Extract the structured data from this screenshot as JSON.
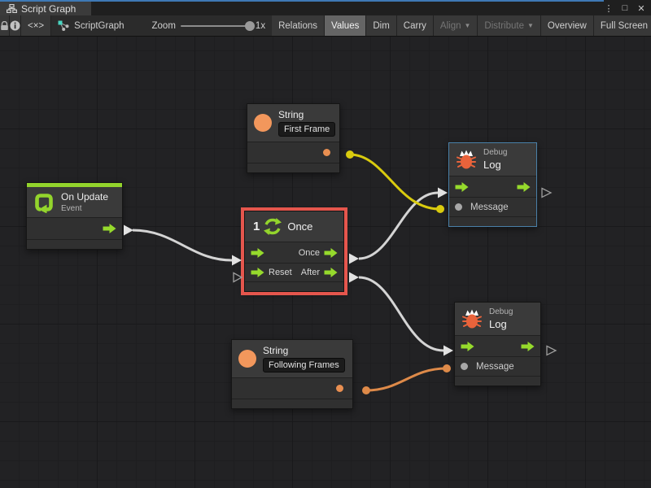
{
  "window": {
    "tab_title": "Script Graph",
    "menu_icon": "⋮",
    "maximize_icon": "□",
    "close_icon": "✕"
  },
  "toolbar": {
    "code_icon": "<×>",
    "graph_name": "ScriptGraph",
    "zoom_label": "Zoom",
    "zoom_value": "1x",
    "relations": "Relations",
    "values": "Values",
    "values_active": true,
    "dim": "Dim",
    "carry": "Carry",
    "align": "Align",
    "align_caret": "▼",
    "distribute": "Distribute",
    "distribute_caret": "▼",
    "overview": "Overview",
    "fullscreen": "Full Screen"
  },
  "nodes": {
    "string_first": {
      "title": "String",
      "value": "First Frame"
    },
    "string_following": {
      "title": "String",
      "value": "Following Frames"
    },
    "on_update": {
      "title": "On Update",
      "subtitle": "Event"
    },
    "once": {
      "number": "1",
      "title": "Once",
      "out1": "Once",
      "in2": "Reset",
      "out2": "After"
    },
    "debug_top": {
      "title": "Debug",
      "subtitle": "Log",
      "port": "Message"
    },
    "debug_bottom": {
      "title": "Debug",
      "subtitle": "Log",
      "port": "Message"
    }
  },
  "colors": {
    "flow_green": "#96da2c",
    "string_orange": "#f2975c",
    "wire_white": "#d4d4d4",
    "wire_yellow": "#d9cb0e",
    "wire_orange": "#de8a49",
    "selection_red": "#e5564d",
    "highlight_blue": "#4a80a8"
  }
}
